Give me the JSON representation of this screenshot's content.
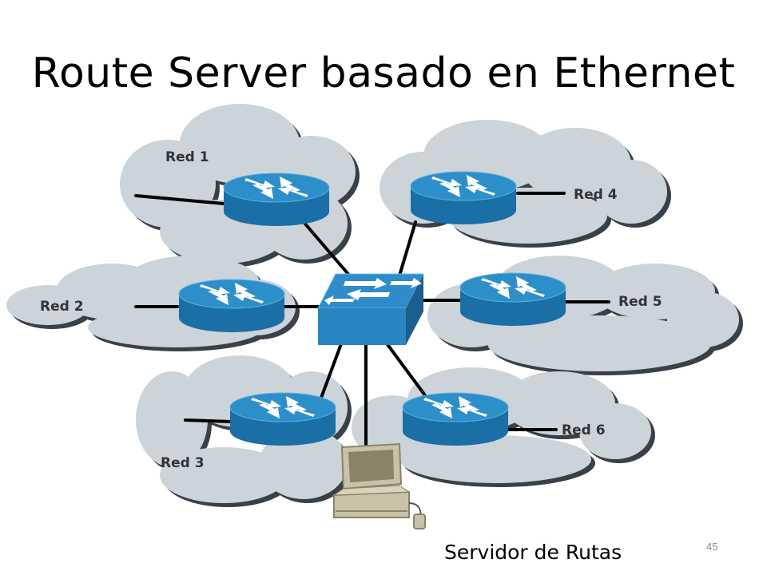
{
  "title": "Route Server basado en Ethernet",
  "networks": [
    {
      "label": "Red 1"
    },
    {
      "label": "Red 2"
    },
    {
      "label": "Red 3"
    },
    {
      "label": "Red 4"
    },
    {
      "label": "Red 5"
    },
    {
      "label": "Red 6"
    }
  ],
  "server_label": "Servidor de Rutas",
  "page_number": "45",
  "colors": {
    "cloud_fill": "#ccd3d9",
    "cloud_shadow": "#3a4048",
    "router_top": "#2d8fc9",
    "router_side": "#1a6fa6",
    "switch_top": "#2f8cc8",
    "switch_front": "#2a86c2",
    "switch_side": "#1a5f8e",
    "terminal_body": "#c7c2a8",
    "terminal_dark": "#8a8368"
  },
  "icons": [
    "router-icon",
    "switch-icon",
    "terminal-icon",
    "cloud-icon"
  ]
}
